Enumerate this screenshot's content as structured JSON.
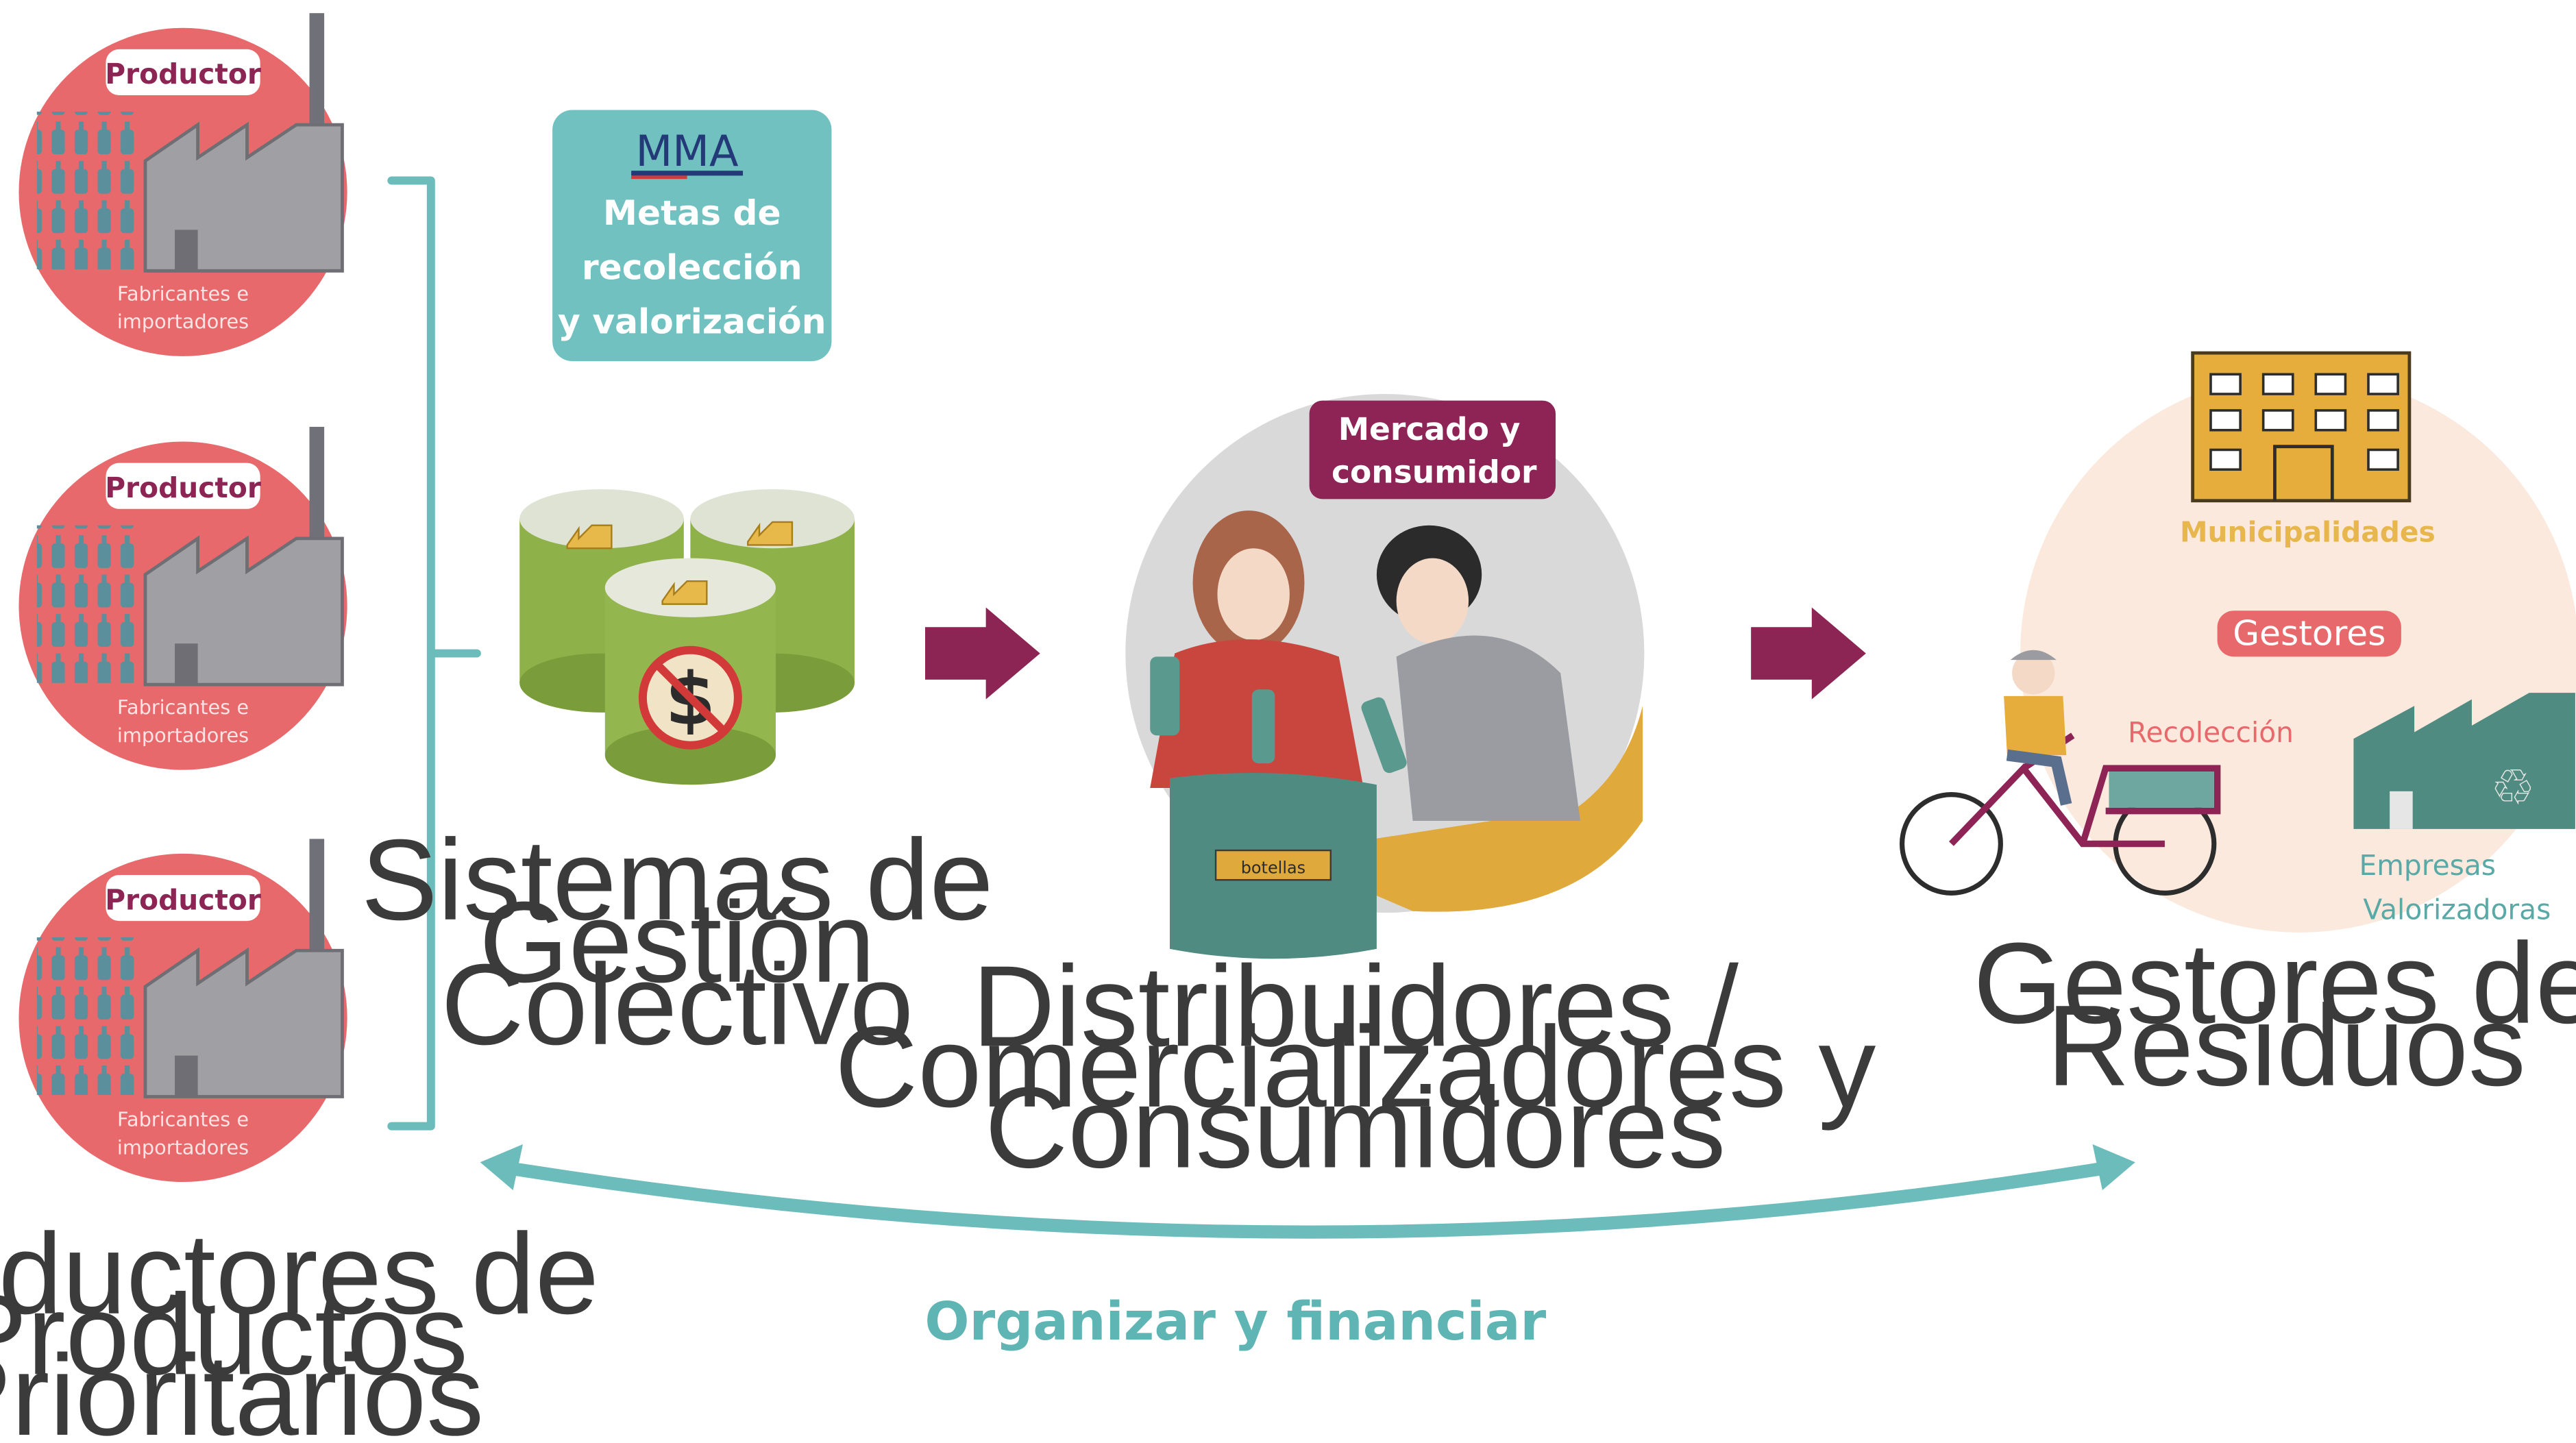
{
  "producers": {
    "badge": "Productor",
    "subtitle_line1": "Fabricantes e",
    "subtitle_line2": "importadores",
    "caption_line1": "Productores de",
    "caption_line2": "Productos",
    "caption_line3": "Prioritarios"
  },
  "mma": {
    "logo": "MMA",
    "line1": "Metas de",
    "line2": "recolección",
    "line3": "y valorización"
  },
  "sgc": {
    "caption_line1": "Sistemas de",
    "caption_line2": "Gestión",
    "caption_line3": "Colectivo"
  },
  "market": {
    "badge_line1": "Mercado y",
    "badge_line2": "consumidor",
    "bag_label": "botellas",
    "caption_line1": "Distribuidores /",
    "caption_line2": "Comercializadores y",
    "caption_line3": "Consumidores"
  },
  "managers": {
    "municipalities": "Municipalidades",
    "badge": "Gestores",
    "collection": "Recolección",
    "companies_line1": "Empresas",
    "companies_line2": "Valorizadoras",
    "caption_line1": "Gestores de",
    "caption_line2": "Residuos"
  },
  "flow": {
    "bottom_label": "Organizar y financiar"
  },
  "colors": {
    "teal": "#6cbcbc",
    "producer_red": "#e8696b",
    "factory_gray": "#9f9fa4",
    "arrow_purple": "#8c2454",
    "badge_purple": "#8e2455",
    "mma_box": "#71c1c1",
    "cylinder_green": "#8fb14a",
    "peach": "#fae9dc",
    "amber": "#e0a93b"
  }
}
